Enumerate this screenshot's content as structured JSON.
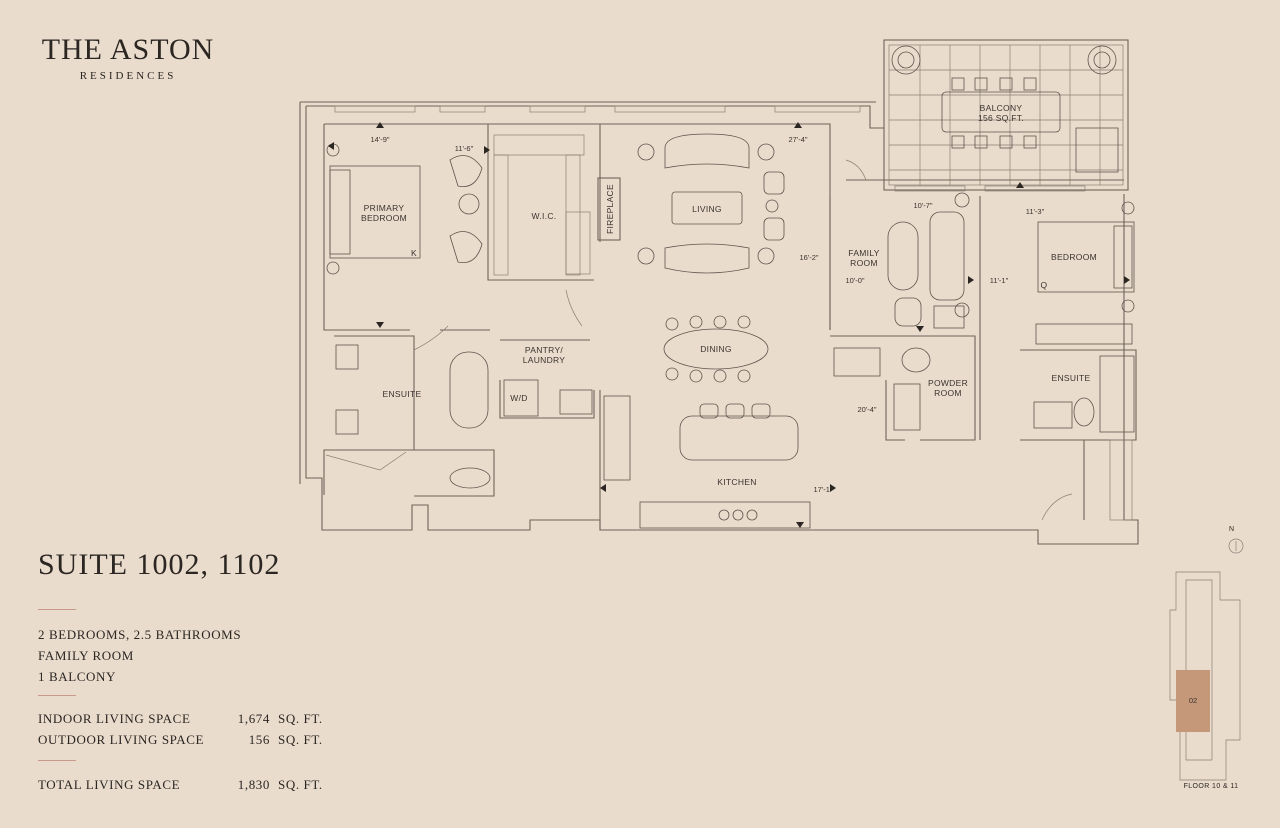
{
  "brand": {
    "name": "THE ASTON",
    "subtitle": "RESIDENCES"
  },
  "suite": {
    "title": "SUITE 1002, 1102"
  },
  "features": [
    "2 BEDROOMS, 2.5 BATHROOMS",
    "FAMILY ROOM",
    "1 BALCONY"
  ],
  "areas": [
    {
      "label": "INDOOR LIVING SPACE",
      "value": "1,674",
      "unit": "SQ. FT."
    },
    {
      "label": "OUTDOOR LIVING SPACE",
      "value": "156",
      "unit": "SQ. FT."
    }
  ],
  "total": {
    "label": "TOTAL LIVING SPACE",
    "value": "1,830",
    "unit": "SQ. FT."
  },
  "rooms": {
    "primary_bedroom": [
      "PRIMARY",
      "BEDROOM"
    ],
    "wic": "W.I.C.",
    "fireplace": "FIREPLACE",
    "living": "LIVING",
    "balcony": [
      "BALCONY",
      "156 SQ.FT."
    ],
    "family_room": [
      "FAMILY",
      "ROOM"
    ],
    "bedroom": "BEDROOM",
    "pantry_laundry": [
      "PANTRY/",
      "LAUNDRY"
    ],
    "dining": "DINING",
    "ensuite_left": "ENSUITE",
    "wd": "W/D",
    "powder_room": [
      "POWDER",
      "ROOM"
    ],
    "ensuite_right": "ENSUITE",
    "kitchen": "KITCHEN",
    "bed_k": "K",
    "bed_q": "Q"
  },
  "dimensions": {
    "d1": "14'-9\"",
    "d2": "11'-6\"",
    "d3": "27'-4\"",
    "d4": "10'-7\"",
    "d5": "11'-3\"",
    "d6": "16'-2\"",
    "d7": "10'-0\"",
    "d8": "11'-1\"",
    "d9": "20'-4\"",
    "d10": "17'-1\""
  },
  "keyplan": {
    "floor_label": "FLOOR 10 & 11",
    "unit_number": "02",
    "north": "N",
    "highlight_color": "#c49878"
  },
  "colors": {
    "background": "#eadccd",
    "accent_rule": "#c9998a",
    "ink": "#2b2622"
  }
}
